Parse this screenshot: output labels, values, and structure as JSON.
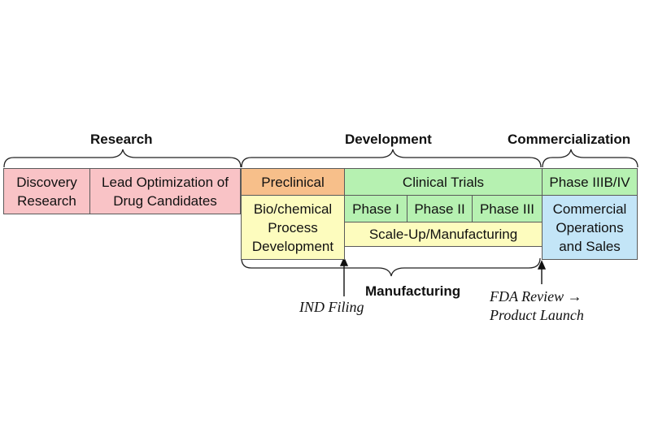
{
  "phases": {
    "research": "Research",
    "development": "Development",
    "commercialization": "Commercialization",
    "manufacturing": "Manufacturing"
  },
  "stages": {
    "discovery_research": "Discovery Research",
    "lead_optimization": "Lead Optimization of Drug Candidates",
    "preclinical": "Preclinical",
    "clinical_trials": "Clinical Trials",
    "phase_iiib_iv": "Phase IIIB/IV",
    "process_development": "Bio/chemical Process Development",
    "phase_1": "Phase I",
    "phase_2": "Phase II",
    "phase_3": "Phase III",
    "scale_up": "Scale-Up/Manufacturing",
    "commercial_ops": "Commercial Operations and Sales"
  },
  "milestones": {
    "ind_filing": "IND Filing",
    "fda_review": "FDA Review →",
    "product_launch": "Product Launch"
  },
  "colors": {
    "research": "#f9c3c6",
    "preclinical": "#f7bf8a",
    "clinical": "#b6f1b1",
    "manufacturing": "#fdfcbe",
    "commercial": "#c3e5f7"
  }
}
